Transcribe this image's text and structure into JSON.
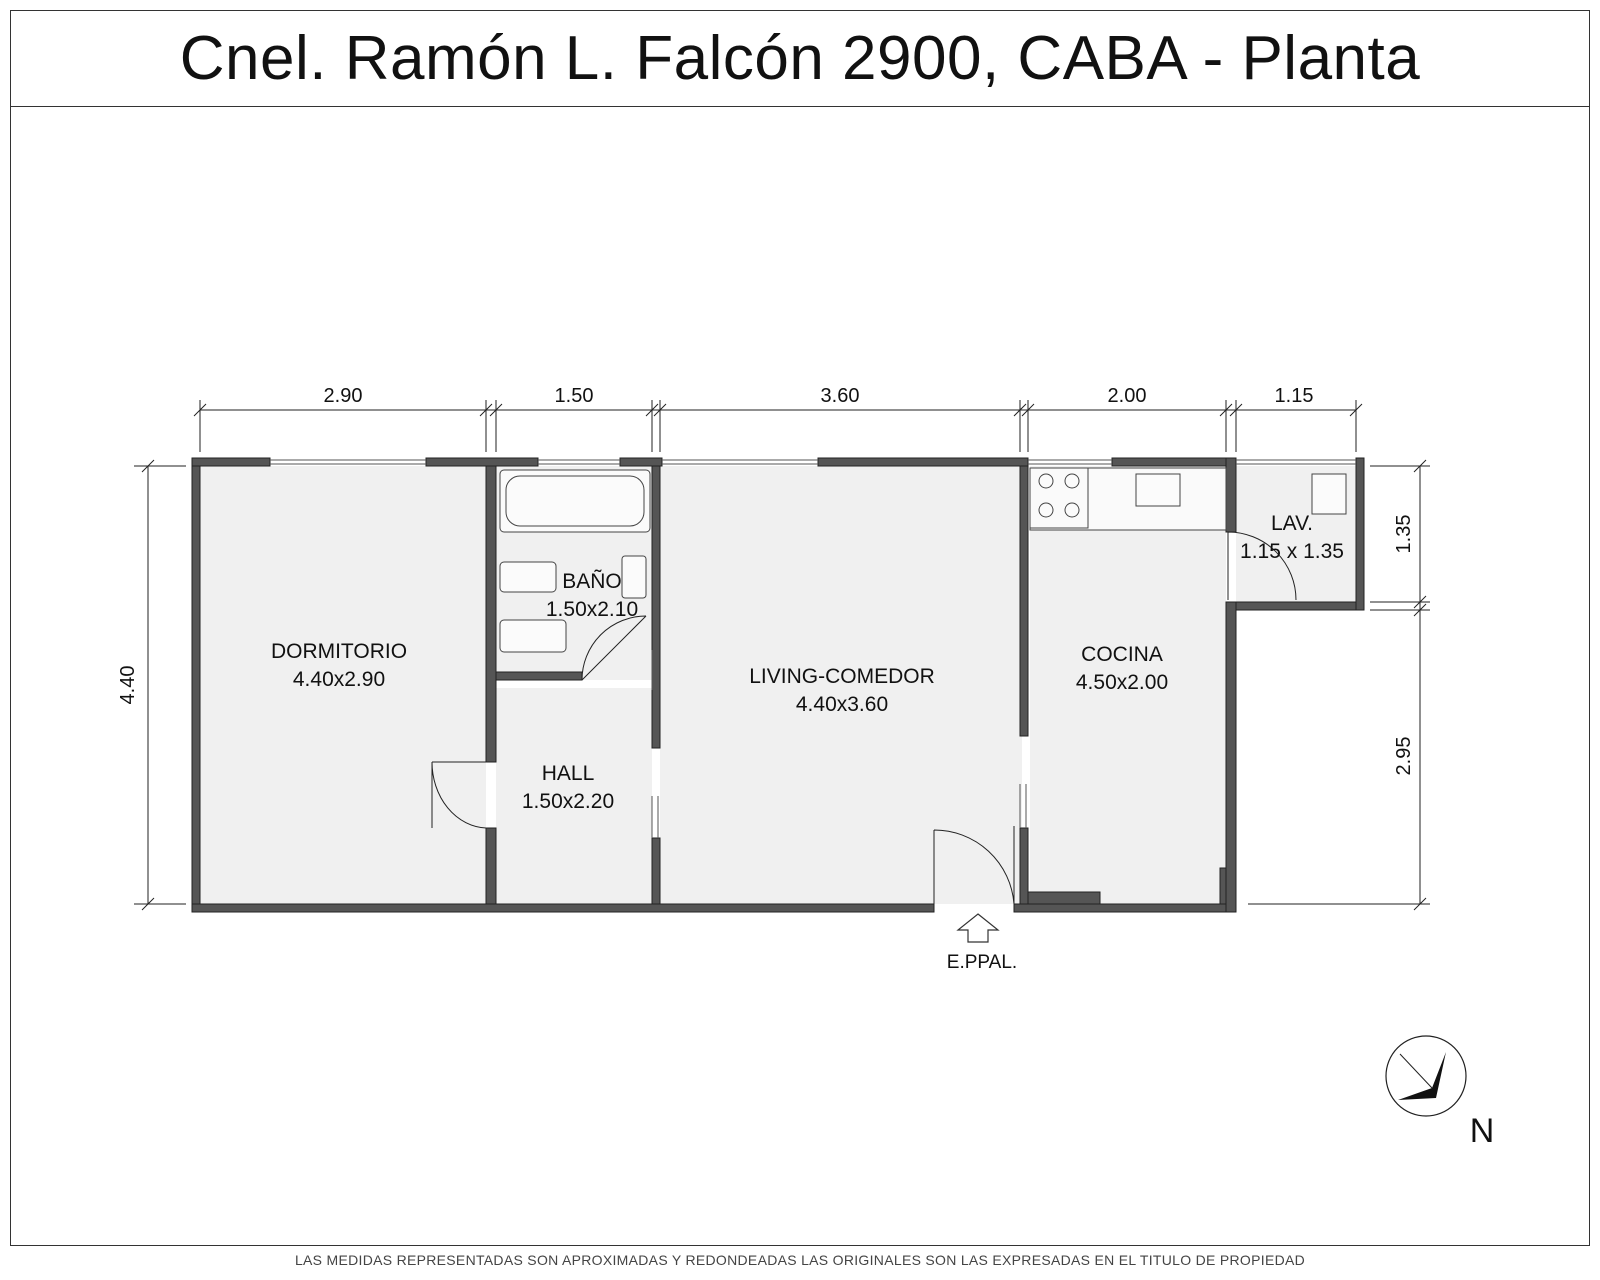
{
  "title": "Cnel. Ramón L. Falcón 2900, CABA - Planta",
  "footer": "LAS MEDIDAS REPRESENTADAS SON APROXIMADAS Y REDONDEADAS LAS ORIGINALES SON LAS EXPRESADAS EN EL TITULO DE PROPIEDAD",
  "rooms": {
    "dormitorio": {
      "name": "DORMITORIO",
      "size": "4.40x2.90"
    },
    "bano": {
      "name": "BAÑO",
      "size": "1.50x2.10"
    },
    "living": {
      "name": "LIVING-COMEDOR",
      "size": "4.40x3.60"
    },
    "cocina": {
      "name": "COCINA",
      "size": "4.50x2.00"
    },
    "hall": {
      "name": "HALL",
      "size": "1.50x2.20"
    },
    "lav": {
      "name": "LAV.",
      "size": "1.15 x 1.35"
    }
  },
  "dimensions": {
    "top": [
      "2.90",
      "1.50",
      "3.60",
      "2.00",
      "1.15"
    ],
    "left": "4.40",
    "right_upper": "1.35",
    "right_lower": "2.95"
  },
  "entrance": "E.PPAL.",
  "north": "N",
  "colors": {
    "wall": "#555555",
    "floor": "#f0f0f0",
    "line": "#222222"
  }
}
